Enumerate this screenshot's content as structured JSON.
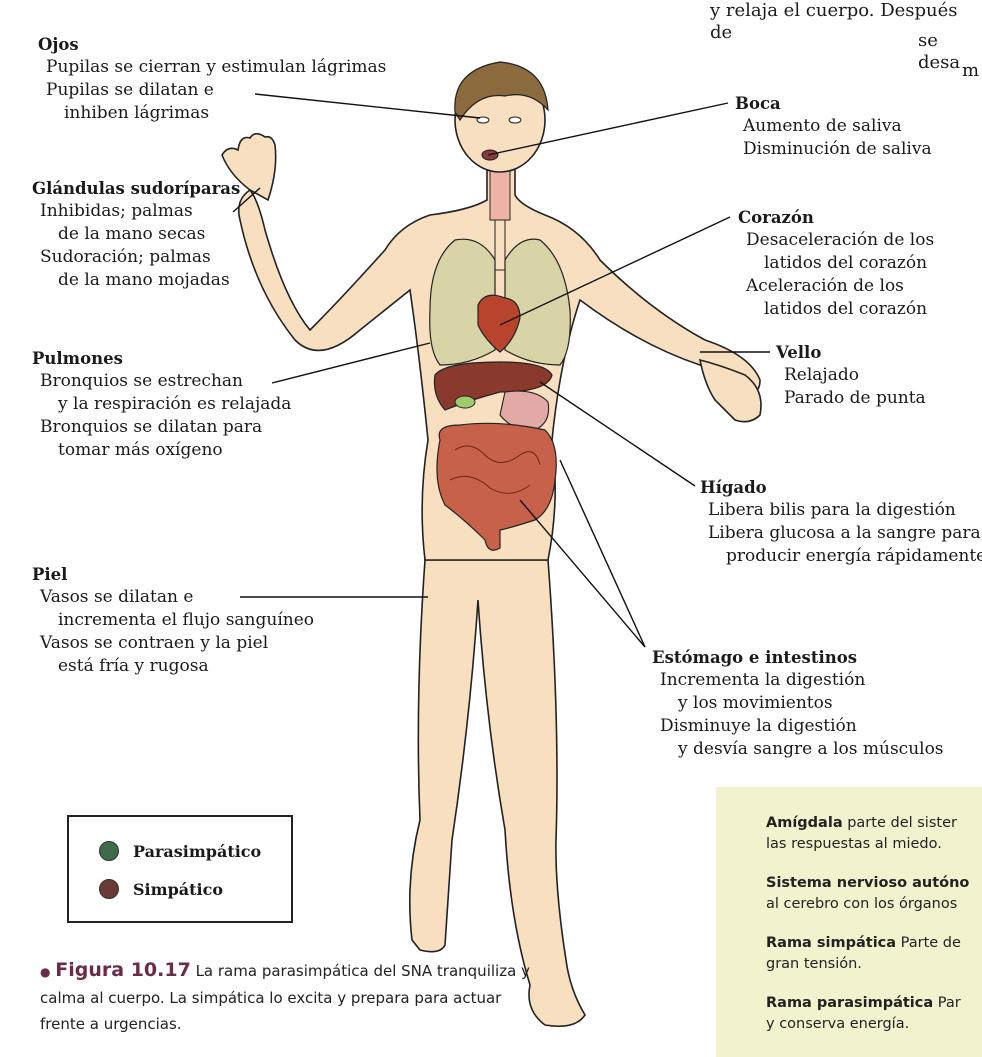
{
  "header": {
    "line1": "y relaja el cuerpo. Después de",
    "line2": "se desa",
    "line3": "m"
  },
  "ojos": {
    "title": "Ojos",
    "lines": [
      "Pupilas se cierran y estimulan lágrimas",
      "Pupilas se dilatan e",
      "inhiben lágrimas"
    ]
  },
  "glandulas": {
    "title": "Glándulas sudoríparas",
    "lines": [
      "Inhibidas; palmas",
      "de la mano secas",
      "Sudoración; palmas",
      "de la mano mojadas"
    ]
  },
  "pulmones": {
    "title": "Pulmones",
    "lines": [
      "Bronquios se estrechan",
      "y la respiración es relajada",
      "Bronquios se dilatan para",
      "tomar más oxígeno"
    ]
  },
  "piel": {
    "title": "Piel",
    "lines": [
      "Vasos se dilatan e",
      "incrementa el flujo sanguíneo",
      "Vasos se contraen y la piel",
      "está fría y rugosa"
    ]
  },
  "boca": {
    "title": "Boca",
    "lines": [
      "Aumento de saliva",
      "Disminución de saliva"
    ]
  },
  "corazon": {
    "title": "Corazón",
    "lines": [
      "Desaceleración de los",
      "latidos del corazón",
      "Aceleración de los",
      "latidos del corazón"
    ]
  },
  "vello": {
    "title": "Vello",
    "lines": [
      "Relajado",
      "Parado de punta"
    ]
  },
  "higado": {
    "title": "Hígado",
    "lines": [
      "Libera bilis para la digestión",
      "Libera glucosa a la sangre para",
      "producir energía rápidamente"
    ]
  },
  "estomago": {
    "title": "Estómago e intestinos",
    "lines": [
      "Incrementa la digestión",
      "y los movimientos",
      "Disminuye la digestión",
      "y desvía sangre a los músculos"
    ]
  },
  "legend": {
    "items": [
      {
        "label": "Parasimpático",
        "color": "#3f6b4a"
      },
      {
        "label": "Simpático",
        "color": "#6b3a36"
      }
    ]
  },
  "caption": {
    "figure": "Figura 10.17",
    "text": "La rama parasimpática del SNA tranquiliza y calma al cuerpo. La simpática lo excita y prepara para actuar frente a urgencias."
  },
  "glossary": {
    "items": [
      {
        "term": "Amígdala",
        "l1": " parte del sister",
        "l2": "las respuestas al miedo."
      },
      {
        "term": "Sistema nervioso autóno",
        "l1": "",
        "l2": "al cerebro con los órganos"
      },
      {
        "term": "Rama simpática",
        "l1": " Parte de",
        "l2": "gran tensión."
      },
      {
        "term": "Rama parasimpática",
        "l1": " Par",
        "l2": "y conserva energía."
      }
    ]
  },
  "colors": {
    "skin": "#f7dfc0",
    "lung": "#d8d4a8",
    "liver": "#8a3a2c",
    "heart": "#b8442e",
    "intestine": "#c8614a",
    "hair": "#8b6a3e",
    "glossary_bg": "#f3f2cf"
  }
}
